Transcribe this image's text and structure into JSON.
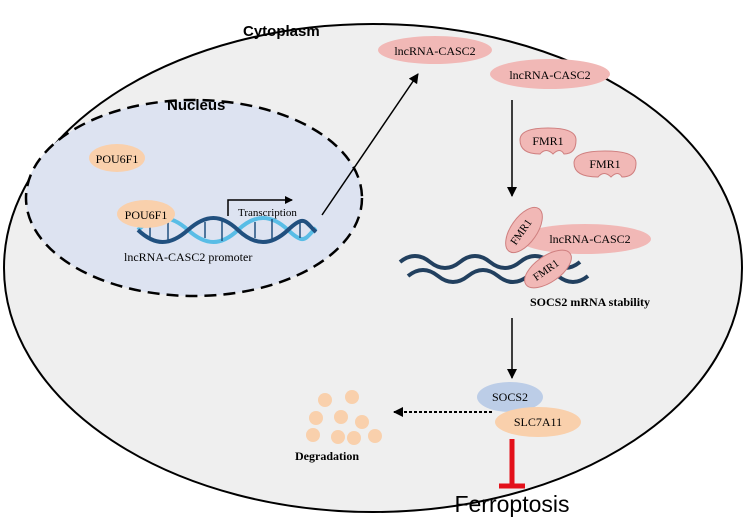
{
  "labels": {
    "cytoplasm": "Cytoplasm",
    "nucleus": "Nucleus",
    "pou6f1_free": "POU6F1",
    "pou6f1_bound": "POU6F1",
    "transcription": "Transcription",
    "promoter": "lncRNA-CASC2 promoter",
    "lnc_1": "lncRNA-CASC2",
    "lnc_2": "lncRNA-CASC2",
    "fmr1_1": "FMR1",
    "fmr1_2": "FMR1",
    "fmr1_complex_top": "FMR1",
    "fmr1_complex_bottom": "FMR1",
    "lnc_complex": "lncRNA-CASC2",
    "socs2_mrna": "SOCS2 mRNA stability",
    "socs2": "SOCS2",
    "slc7a11": "SLC7A11",
    "degradation": "Degradation",
    "ferroptosis": "Ferroptosis"
  },
  "colors": {
    "cell_fill": "#efefef",
    "nucleus_fill": "#dde3f1",
    "pink": "#f1b8b6",
    "pink_stroke": "#cf7f7f",
    "orange": "#f9d0ac",
    "socs2_blue": "#bccde7",
    "dna_light": "#59bde6",
    "dna_dark": "#21507f",
    "mrna": "#22405f",
    "inhibit": "#e3101a"
  }
}
